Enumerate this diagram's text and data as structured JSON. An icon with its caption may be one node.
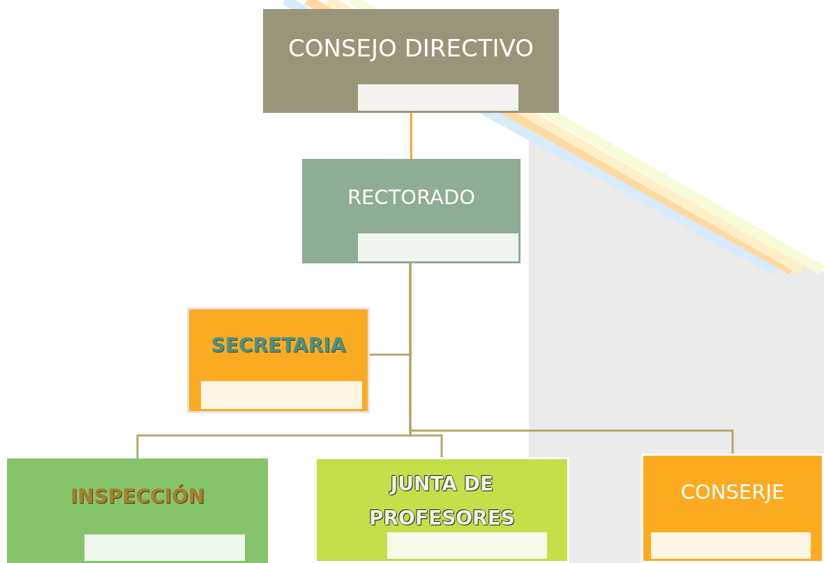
{
  "diagram": {
    "nodes": [
      {
        "text": [
          "CONSEJO DIRECTIVO"
        ]
      },
      {
        "text": [
          "RECTORADO"
        ]
      },
      {
        "text": [
          "SECRETARIA"
        ]
      },
      {
        "text": [
          "INSPECCIÓN"
        ]
      },
      {
        "text": [
          "JUNTA DE PROFESORES"
        ]
      },
      {
        "text": [
          "CONSERJE"
        ]
      },
      {
        "text": [],
        "shape": "box",
        "in": 0
      },
      {
        "text": [],
        "shape": "box",
        "in": 1
      },
      {
        "text": [],
        "shape": "box",
        "in": 2
      },
      {
        "text": [],
        "shape": "box",
        "in": 3
      },
      {
        "text": [],
        "shape": "box",
        "in": 4
      },
      {
        "text": [],
        "shape": "box",
        "in": 5
      }
    ],
    "edges": [
      {
        "from": 0,
        "to": 1,
        "arrow": "none",
        "color": "#f7a51e"
      },
      {
        "from": 1,
        "to": 2,
        "arrow": "none"
      },
      {
        "from": 1,
        "to": 3,
        "arrow": "none"
      },
      {
        "from": 1,
        "to": 4,
        "arrow": "none"
      },
      {
        "from": 1,
        "to": 5,
        "arrow": "none"
      }
    ]
  }
}
